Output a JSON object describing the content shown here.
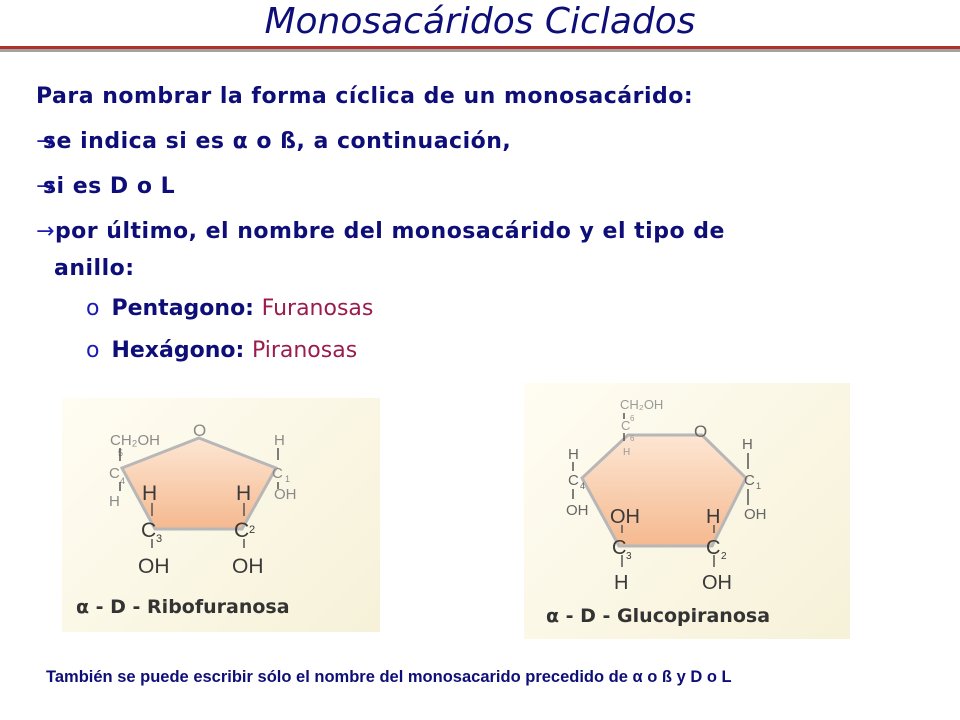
{
  "slide": {
    "title": "Monosacáridos Ciclados",
    "intro": "Para nombrar la forma cíclica de un monosacárido:",
    "bullets": [
      "se indica  si es  α o ß, a continuación,",
      "si es D o L",
      "por último, el nombre del monosacárido y el tipo de",
      "anillo:"
    ],
    "sub_items": [
      {
        "key": "Pentagono: ",
        "value": "Furanosas"
      },
      {
        "key": "Hexágono: ",
        "value": "Piranosas"
      }
    ],
    "bullet_marker": "o",
    "arrow_glyph": "→",
    "footnote": "También se puede escribir sólo el nombre del  monosacarido precedido de α o ß y D o L"
  },
  "figures": {
    "ribofuranosa": {
      "caption": "α - D - Ribofuranosa",
      "labels": {
        "ch2oh": "CH₂OH",
        "c5": "5",
        "c": "C",
        "c4": "4",
        "h_left": "H",
        "o_ring": "O",
        "h_c1_top": "H",
        "c1": "C",
        "c1_sub": "1",
        "oh_c1": "OH",
        "h_c3": "H",
        "h_c2": "H",
        "c3": "C",
        "c3_sub": "3",
        "c2": "C",
        "c2_sub": "2",
        "oh_c3": "OH",
        "oh_c2": "OH"
      }
    },
    "glucopiranosa": {
      "caption": "α - D - Glucopiranosa",
      "labels": {
        "ch2oh": "CH₂OH",
        "c6": "C",
        "c6_sub": "6",
        "c6_top": "6",
        "h_c5": "H",
        "o_ring": "O",
        "h_c4": "H",
        "c4": "C",
        "c4_sub": "4",
        "oh_c4": "OH",
        "h_c1": "H",
        "c1": "C",
        "c1_sub": "1",
        "oh_c1": "OH",
        "oh_c3": "OH",
        "h_c2": "H",
        "c3": "C",
        "c3_sub": "3",
        "c2": "C",
        "c2_sub": "2",
        "h_c3": "H",
        "oh_c2": "OH"
      }
    }
  },
  "colors": {
    "title": "#0e0e78",
    "text": "#0e0e78",
    "accent": "#9a1c4e",
    "rule_red": "#b0302a",
    "rule_gray": "#a3a3a3",
    "ring_fill": "#f5b98f"
  }
}
